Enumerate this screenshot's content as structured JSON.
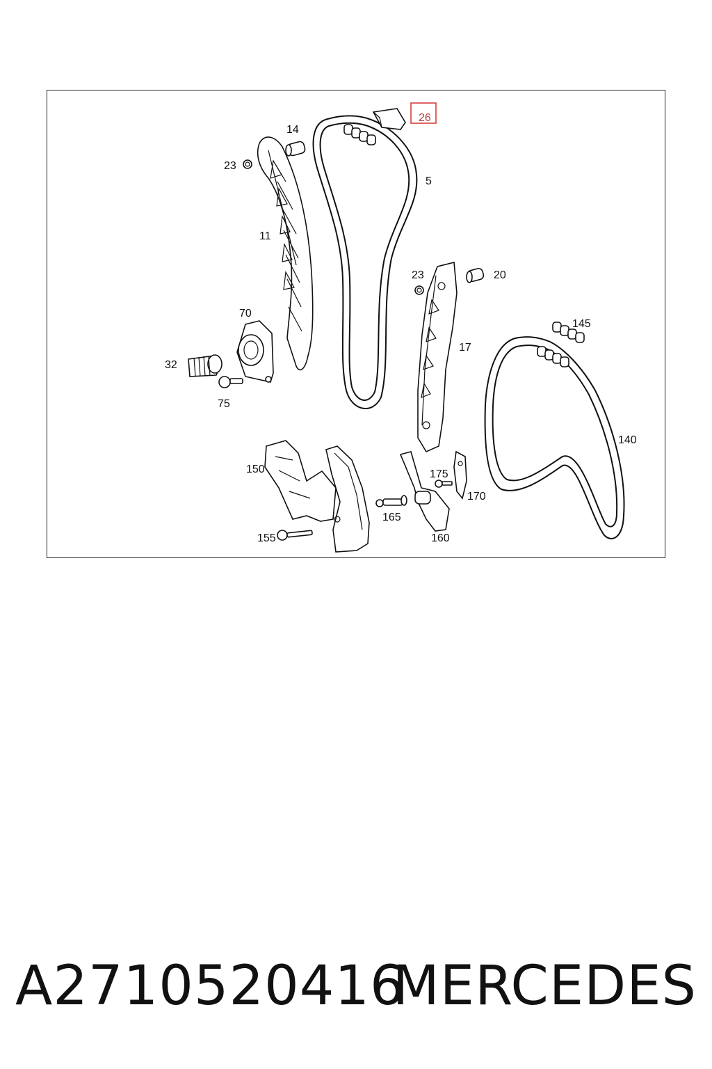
{
  "diagram": {
    "highlight_color": "#d64040",
    "highlighted_callout": "26",
    "callouts": {
      "c26": "26",
      "c14": "14",
      "c23a": "23",
      "c5": "5",
      "c11": "11",
      "c23b": "23",
      "c20": "20",
      "c70": "70",
      "c145": "145",
      "c17": "17",
      "c32": "32",
      "c75": "75",
      "c140": "140",
      "c150": "150",
      "c175": "175",
      "c170": "170",
      "c165": "165",
      "c155": "155",
      "c160": "160"
    }
  },
  "footer": {
    "part_number": "A2710520416",
    "brand": "MERCEDES"
  }
}
